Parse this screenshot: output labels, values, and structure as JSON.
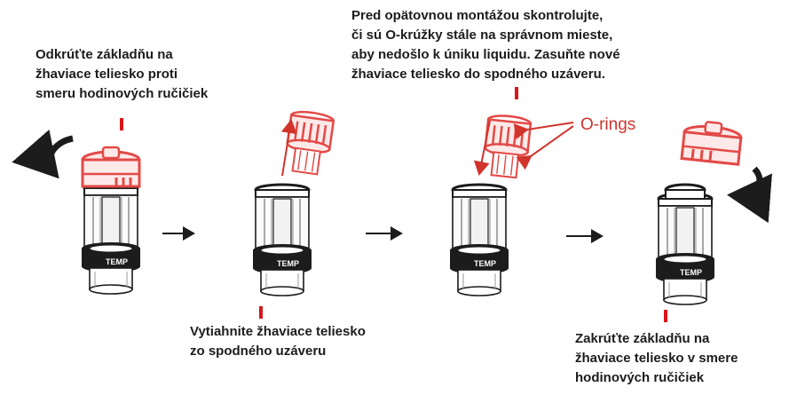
{
  "captions": {
    "step1": "Odkrúťte základňu na\nžhaviace teliesko proti\nsmeru hodinových ručičiek",
    "step2": "Vytiahnite žhaviace teliesko\nzo spodného uzáveru",
    "step3": "Pred opätovnou montážou skontrolujte,\nči sú O-krúžky stále na správnom mieste,\naby nedošlo k úniku liquidu. Zasuňte nové\nžhaviace teliesko do spodného uzáveru.",
    "step4": "Zakrúťte základňu na\nžhaviace teliesko v smere\nhodinových ručičiek"
  },
  "labels": {
    "orings": "O-rings",
    "brand": "TEMP"
  },
  "colors": {
    "accent": "#d8161b",
    "label_red": "#d0342c",
    "coil_red": "#e24a47",
    "ink": "#1c1c1c",
    "grey_fill": "#f2f2f2"
  },
  "icons": [
    "rotate-counterclockwise-icon",
    "rotate-clockwise-icon",
    "arrow-right-icon",
    "arrow-up-icon",
    "arrow-down-icon"
  ]
}
